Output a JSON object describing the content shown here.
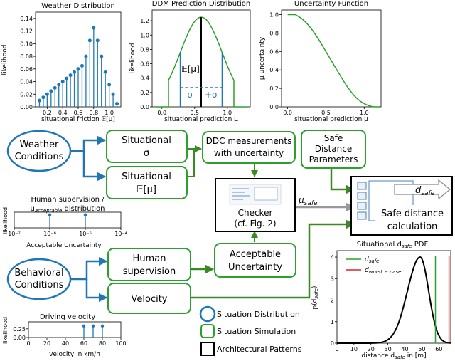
{
  "weather_chart": {
    "title": "Weather Distribution",
    "xlabel": "situational friction 𝔼[μ]",
    "ylabel": "likelihood",
    "yticks": [
      "0.00",
      "0.02",
      "0.04",
      "0.06",
      "0.08",
      "0.10",
      "0.12",
      "0.14"
    ],
    "xticks": [
      "0.2",
      "0.4",
      "0.6",
      "0.8",
      "1.0"
    ]
  },
  "ddm_chart": {
    "title": "DDM Prediction Distribution",
    "xlabel": "situational prediction μ",
    "ylabel": "likelihood",
    "yticks": [
      "0.0",
      "0.2",
      "0.4",
      "0.6",
      "0.8",
      "1.0",
      "1.2"
    ],
    "xticks": [
      "0.0",
      "0.5",
      "1.0"
    ],
    "mean_label": "𝔼[μ]",
    "minus_sigma": "-σ",
    "plus_sigma": "+σ"
  },
  "uncertainty_chart": {
    "title": "Uncertainty Function",
    "xlabel": "situational prediction μ",
    "ylabel": "μ uncertainty",
    "yticks": [
      "0.0",
      "0.2",
      "0.4",
      "0.6",
      "0.8",
      "1.0"
    ],
    "xticks": [
      "0.0",
      "0.5",
      "1.0"
    ]
  },
  "nodes": {
    "weather": "Weather Conditions",
    "weather_l1": "Weather",
    "weather_l2": "Conditions",
    "sit_sigma_l1": "Situational",
    "sit_sigma_l2": "σ",
    "sit_mean_l1": "Situational",
    "sit_mean_l2": "𝔼[μ]",
    "ddc_l1": "DDC measurements",
    "ddc_l2": "with uncertainty",
    "safe_l1": "Safe",
    "safe_l2": "Distance",
    "safe_l3": "Parameters",
    "checker_l1": "Checker",
    "checker_l2": "(cf. Fig. 2)",
    "mu_safe": "μsafe",
    "d_safe": "dsafe",
    "sdc_l1": "Safe distance",
    "sdc_l2": "calculation",
    "human_l1": "Human",
    "human_l2": "supervision",
    "acc_l1": "Acceptable",
    "acc_l2": "Uncertainty",
    "behav_l1": "Behavioral",
    "behav_l2": "Conditions",
    "velocity": "Velocity"
  },
  "human_chart": {
    "title_l1": "Human supervision /",
    "title_l2": "uacceptable distribution",
    "xlabel": "Acceptable Uncertainty",
    "ylabel": "likelihood",
    "xticks": [
      "10⁻⁷",
      "10⁻⁶",
      "10⁻⁵",
      "10⁻⁴"
    ]
  },
  "velocity_chart": {
    "title": "Driving velocity",
    "xlabel": "velocity in km/h",
    "ylabel": "likelihood",
    "yticks": [
      "0.00",
      "0.25"
    ],
    "xticks": [
      "0",
      "20",
      "40",
      "60",
      "80",
      "100"
    ]
  },
  "pdf_chart": {
    "title": "Situational dsafe PDF",
    "xlabel": "distance dsafe in [m]",
    "ylabel": "p(dsafe)",
    "yticks": [
      "0",
      "1",
      "2",
      "3",
      "4"
    ],
    "xticks": [
      "0",
      "10",
      "20",
      "30",
      "40",
      "50",
      "60"
    ],
    "legend_safe": "dsafe",
    "legend_worst": "dworst − case"
  },
  "legend": {
    "situation_distribution": "Situation Distribution",
    "situation_simulation": "Situation Simulation",
    "architectural_patterns": "Architectural Patterns"
  },
  "colors": {
    "blue": "#1f77b4",
    "green": "#2ca02c",
    "dark_green": "#3a8a24",
    "red": "#d62728",
    "gray_arrow": "#999999"
  },
  "chart_data": [
    {
      "type": "stem",
      "title": "Weather Distribution",
      "xlabel": "situational friction 𝔼[μ]",
      "ylabel": "likelihood",
      "x": [
        0.1,
        0.15,
        0.2,
        0.25,
        0.3,
        0.35,
        0.4,
        0.45,
        0.5,
        0.55,
        0.6,
        0.65,
        0.7,
        0.75,
        0.8,
        0.85,
        0.9,
        0.95,
        1.0,
        1.05,
        1.1
      ],
      "y": [
        0.01,
        0.015,
        0.02,
        0.025,
        0.03,
        0.035,
        0.04,
        0.045,
        0.05,
        0.055,
        0.06,
        0.065,
        0.08,
        0.105,
        0.125,
        0.105,
        0.08,
        0.055,
        0.035,
        0.02,
        0.005
      ],
      "xlim": [
        0.05,
        1.15
      ],
      "ylim": [
        0,
        0.15
      ]
    },
    {
      "type": "line",
      "title": "DDM Prediction Distribution",
      "xlabel": "situational prediction μ",
      "ylabel": "likelihood",
      "mean": 0.6,
      "sigma": 0.32,
      "peak": 1.25,
      "xlim": [
        -0.15,
        1.35
      ],
      "ylim": [
        0,
        1.35
      ]
    },
    {
      "type": "line",
      "title": "Uncertainty Function",
      "xlabel": "situational prediction μ",
      "ylabel": "μ uncertainty",
      "x": [
        0.0,
        0.1,
        0.2,
        0.3,
        0.4,
        0.5,
        0.6,
        0.7,
        0.8,
        0.9,
        1.0,
        1.1
      ],
      "y": [
        1.0,
        1.0,
        0.95,
        0.86,
        0.74,
        0.6,
        0.46,
        0.32,
        0.19,
        0.09,
        0.03,
        0.0
      ],
      "xlim": [
        -0.08,
        1.22
      ],
      "ylim": [
        0,
        1.05
      ]
    },
    {
      "type": "stem",
      "title": "Human supervision / uacceptable distribution",
      "xlabel": "Acceptable Uncertainty",
      "ylabel": "likelihood",
      "x_log10": [
        -6,
        -5
      ],
      "y": [
        0.5,
        0.5
      ],
      "xlim_log10": [
        -7,
        -4
      ],
      "ylim": [
        0,
        0.6
      ]
    },
    {
      "type": "stem",
      "title": "Driving velocity",
      "xlabel": "velocity in km/h",
      "ylabel": "likelihood",
      "x": [
        60,
        70,
        80
      ],
      "y": [
        0.33,
        0.33,
        0.33
      ],
      "xlim": [
        0,
        100
      ],
      "ylim": [
        0,
        0.45
      ]
    },
    {
      "type": "line",
      "title": "Situational dsafe PDF",
      "xlabel": "distance dsafe in [m]",
      "ylabel": "p(dsafe)",
      "mode": 49,
      "peak": 4.0,
      "vlines": [
        {
          "name": "dsafe",
          "x": 58
        },
        {
          "name": "dworst − case",
          "x": 66
        }
      ],
      "xlim": [
        0,
        67
      ],
      "ylim": [
        0,
        4.3
      ]
    }
  ]
}
